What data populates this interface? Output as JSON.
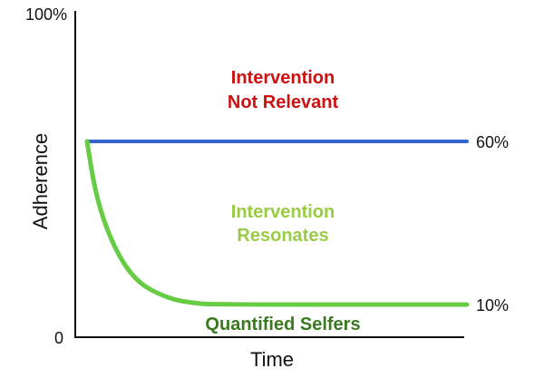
{
  "chart_data": {
    "type": "line",
    "xlabel": "Time",
    "ylabel": "Adherence",
    "y_ticks": [
      "0",
      "100%"
    ],
    "ylim": [
      0,
      100
    ],
    "xlim": [
      0,
      100
    ],
    "series": [
      {
        "color": "#3366cc",
        "end_label": "60%",
        "x": [
          3,
          100
        ],
        "y": [
          60,
          60
        ]
      },
      {
        "color": "#66cc44",
        "end_label": "10%",
        "x": [
          3,
          5,
          8,
          12,
          16,
          20,
          25,
          30,
          35,
          100
        ],
        "y": [
          60,
          45,
          33,
          23,
          17,
          14,
          11.5,
          10.5,
          10,
          10
        ]
      }
    ],
    "annotations": [
      {
        "line1": "Intervention",
        "line2": "Not Relevant",
        "color": "#cc1111"
      },
      {
        "line1": "Intervention",
        "line2": "Resonates",
        "color": "#99cc44"
      },
      {
        "line1": "Quantified Selfers",
        "line2": "",
        "color": "#3a7a1f"
      }
    ]
  }
}
